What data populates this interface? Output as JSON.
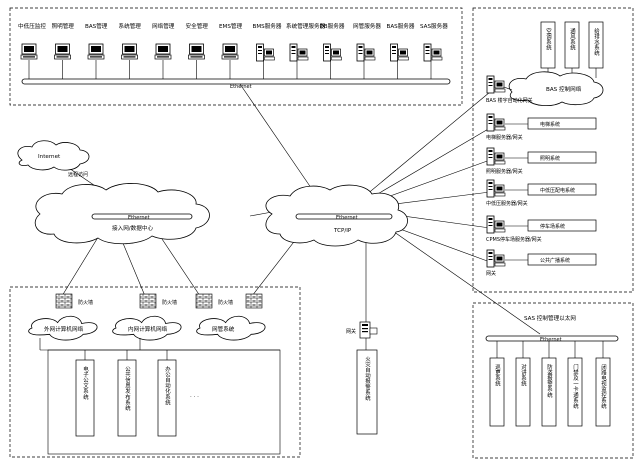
{
  "top_zone": {
    "stations": [
      {
        "label": "中低压监控",
        "type": "pc"
      },
      {
        "label": "照明管理",
        "type": "pc"
      },
      {
        "label": "BAS管理",
        "type": "pc"
      },
      {
        "label": "系统管理",
        "type": "pc"
      },
      {
        "label": "网络管理",
        "type": "pc"
      },
      {
        "label": "安全管理",
        "type": "pc"
      },
      {
        "label": "EMS管理",
        "type": "pc"
      },
      {
        "label": "BMS服务器",
        "type": "server"
      },
      {
        "label": "系统管理服务器",
        "type": "server"
      },
      {
        "label": "DB服务器",
        "type": "server"
      },
      {
        "label": "网管服务器",
        "type": "server"
      },
      {
        "label": "BAS服务器",
        "type": "server"
      },
      {
        "label": "SAS服务器",
        "type": "server"
      }
    ],
    "bus_label": "Ethernet"
  },
  "internet": {
    "cloud_label": "Internet",
    "remote_label": "远程访问",
    "access_bus_label": "Ethernet",
    "access_label": "接入网/数据中心"
  },
  "core": {
    "bus_label": "Ethernet",
    "label": "TCP/IP"
  },
  "bas_zone": {
    "devices": [
      "空调系统",
      "通风系统",
      "给排水系统"
    ],
    "cloud_label": "BAS 控制网络",
    "gateway_label": "BAS 楼宇自动化网关",
    "subsystems": [
      {
        "server": "电梯服务器/网关",
        "system": "电梯系统"
      },
      {
        "server": "照明服务器/网关",
        "system": "照明系统"
      },
      {
        "server": "中低压服务器/网关",
        "system": "中低压配电系统"
      },
      {
        "server": "CPMS停车场服务器/网关",
        "system": "停车场系统"
      },
      {
        "server": "网关",
        "system": "公共广播系统"
      }
    ]
  },
  "lower_left": {
    "firewalls": [
      "防火墙",
      "防火墙",
      "防火墙"
    ],
    "networks": [
      "外网计算机网络",
      "内网计算机网络",
      "网管系统"
    ],
    "systems": [
      "电子公文系统",
      "公共信息发布系统",
      "办公自动化系统"
    ],
    "ellipsis": "· · ·"
  },
  "fire": {
    "gateway_label": "网关",
    "system": "火灾自动报警系统"
  },
  "sas_zone": {
    "title": "SAS 控制管理以太网",
    "bus_label": "Ethernet",
    "systems": [
      "巡更系统",
      "对讲系统",
      "防盗报警系统",
      "门禁及一卡通系统",
      "闭路电视监控系统"
    ]
  }
}
